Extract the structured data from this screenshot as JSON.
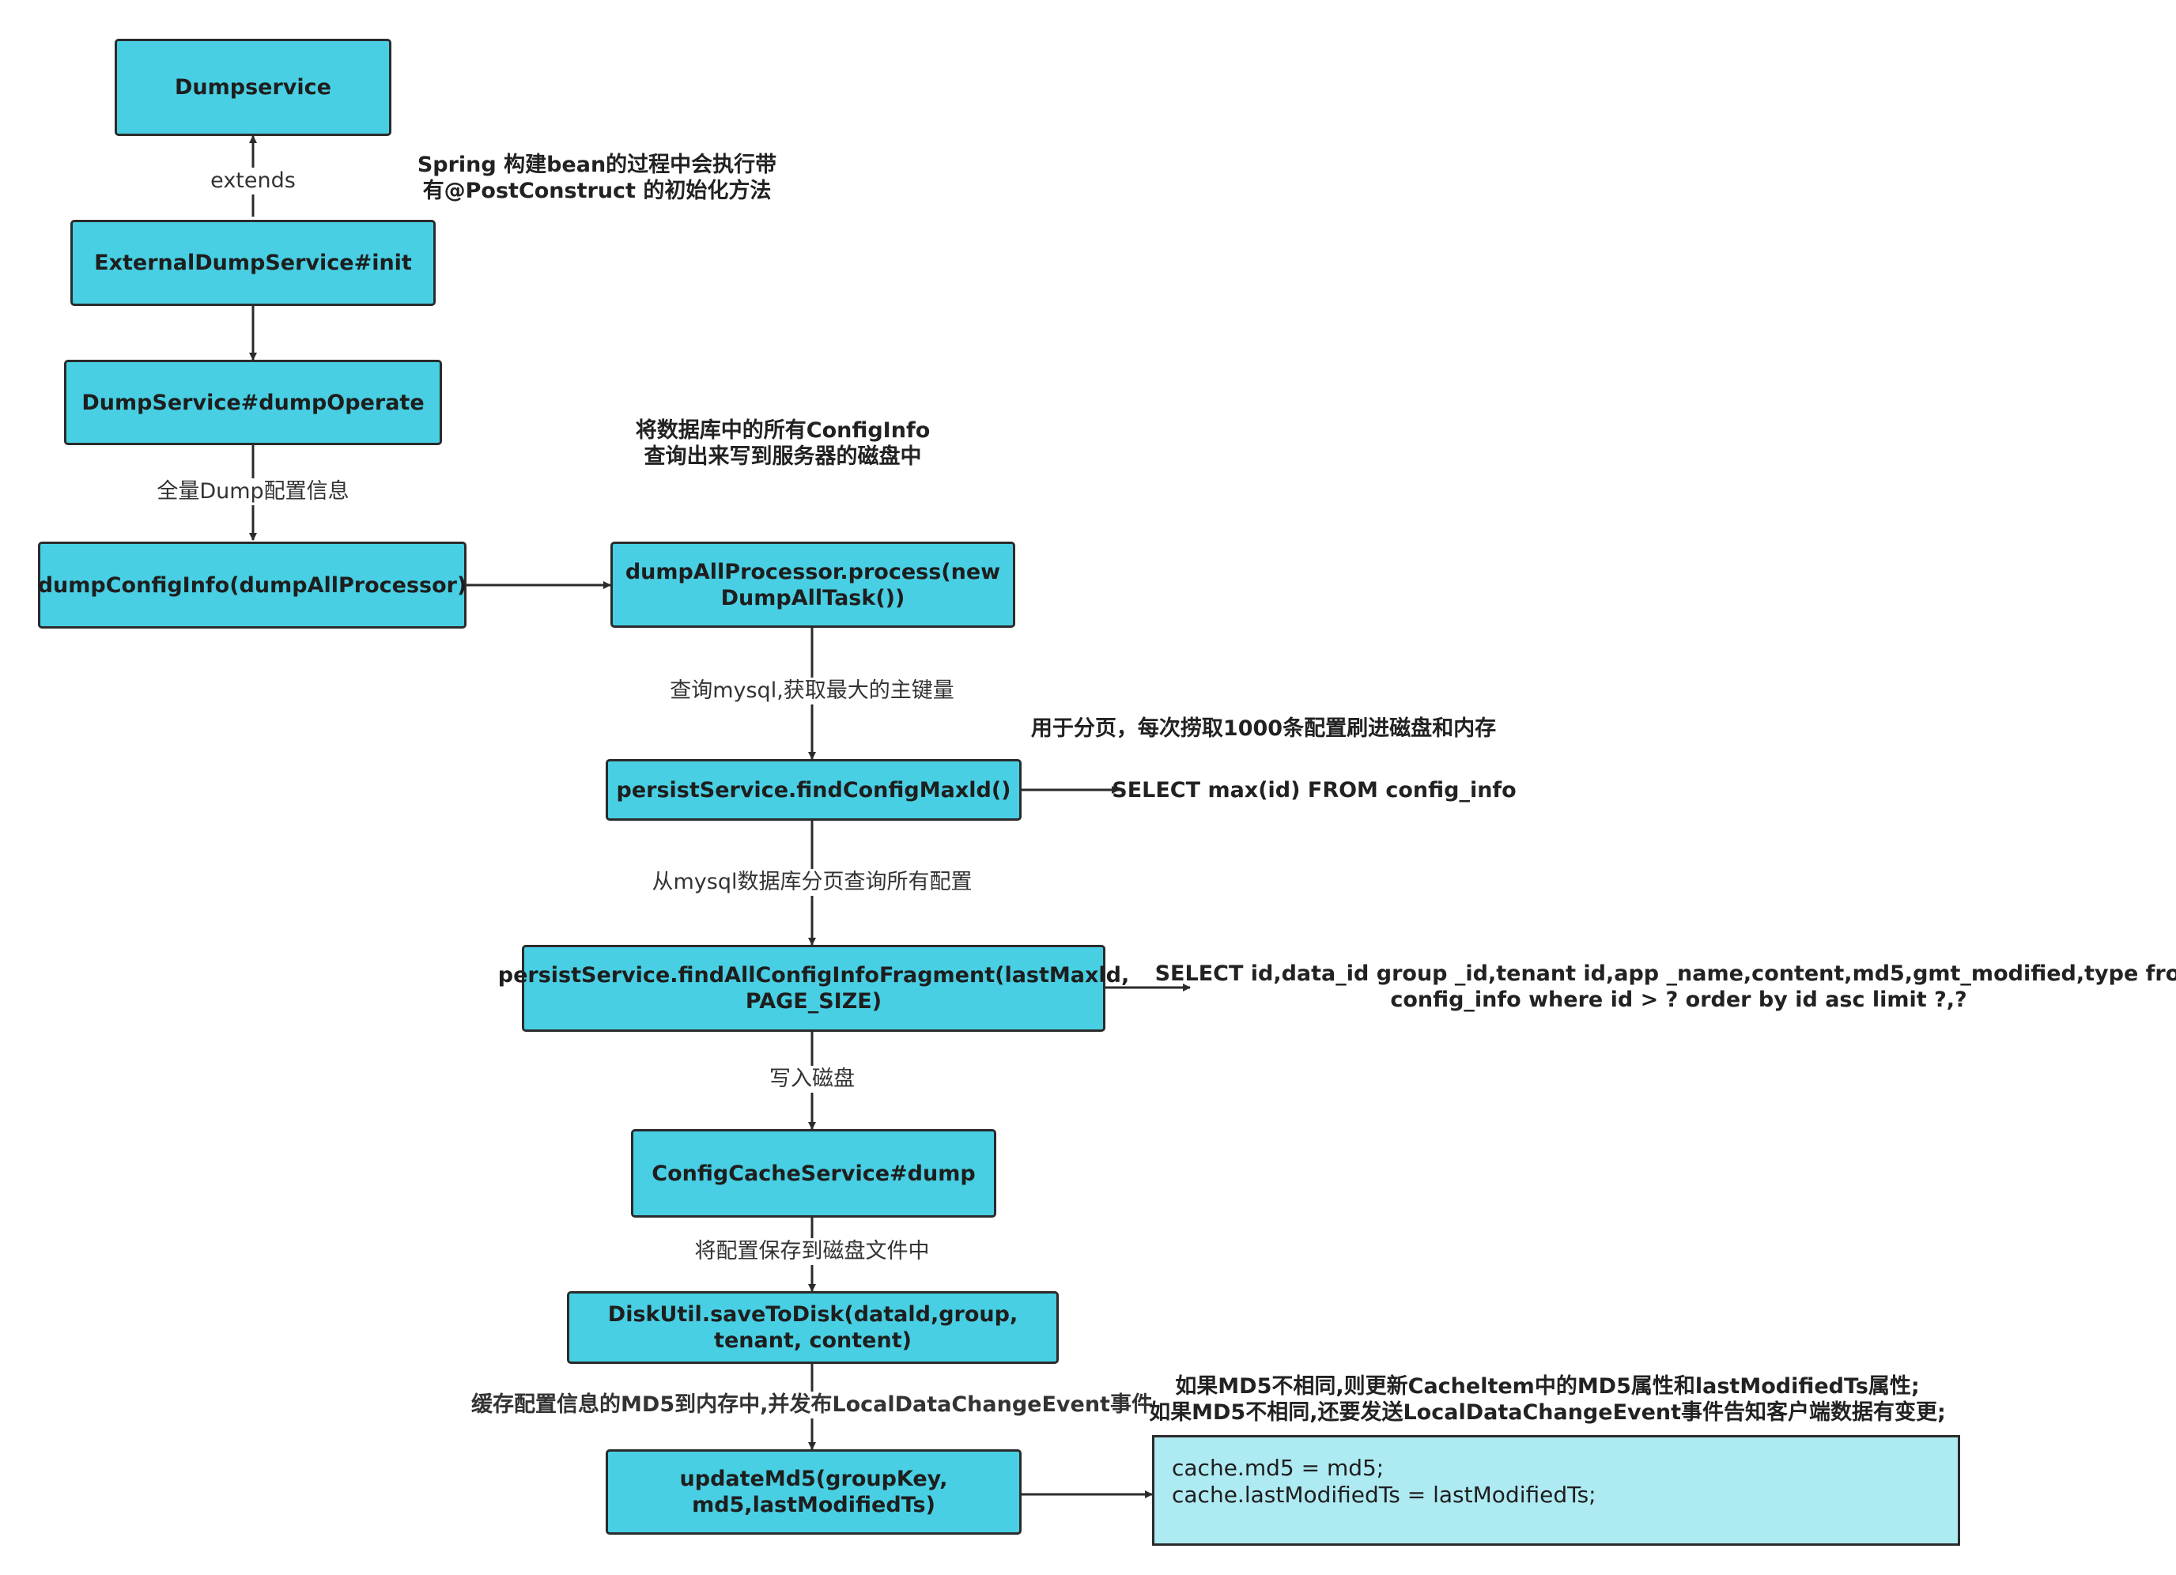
{
  "nodes": {
    "dumpservice": "Dumpservice",
    "external_init": "ExternalDumpService#init",
    "dump_operate": "DumpService#dumpOperate",
    "dump_config_info": "dumpConfigInfo(dumpAllProcessor)",
    "process": "dumpAllProcessor.process(new DumpAllTask())",
    "find_max_id": "persistService.findConfigMaxld()",
    "find_fragment": "persistService.findAllConfigInfoFragment(lastMaxld, PAGE_SIZE)",
    "config_cache_dump": "ConfigCacheService#dump",
    "save_to_disk": "DiskUtil.saveToDisk(datald,group, tenant, content)",
    "update_md5": "updateMd5(groupKey, md5,lastModifiedTs)",
    "cache_code_line1": "cache.md5 = md5;",
    "cache_code_line2": "cache.lastModifiedTs = lastModifiedTs;"
  },
  "edge_labels": {
    "extends": "extends",
    "full_dump": "全量Dump配置信息",
    "query_max": "查询mysql,获取最大的主键量",
    "page_query": "从mysql数据库分页查询所有配置",
    "write_disk": "写入磁盘",
    "save_file": "将配置保存到磁盘文件中",
    "cache_md5": "缓存配置信息的MD5到内存中,并发布LocalDataChangeEvent事件"
  },
  "notes": {
    "spring_line1": "Spring 构建bean的过程中会执行带",
    "spring_line2": "有@PostConstruct 的初始化方法",
    "dump_all_line1": "将数据库中的所有ConfigInfo",
    "dump_all_line2": "查询出来写到服务器的磁盘中",
    "paging": "用于分页，每次捞取1000条配置刷进磁盘和内存",
    "sql_max": "SELECT max(id) FROM config_info",
    "sql_fragment_line1": "SELECT id,data_id group _id,tenant id,app _name,content,md5,gmt_modified,type from",
    "sql_fragment_line2": "config_info where id > ? order by id asc limit ?,?",
    "md5_line1": "如果MD5不相同,则更新Cacheltem中的MD5属性和lastModifiedTs属性;",
    "md5_line2": "如果MD5不相同,还要发送LocalDataChangeEvent事件告知客户端数据有变更;"
  },
  "colors": {
    "node_fill": "#48cfe3",
    "code_fill": "#aeeaf2",
    "stroke": "#2b2b2b"
  }
}
